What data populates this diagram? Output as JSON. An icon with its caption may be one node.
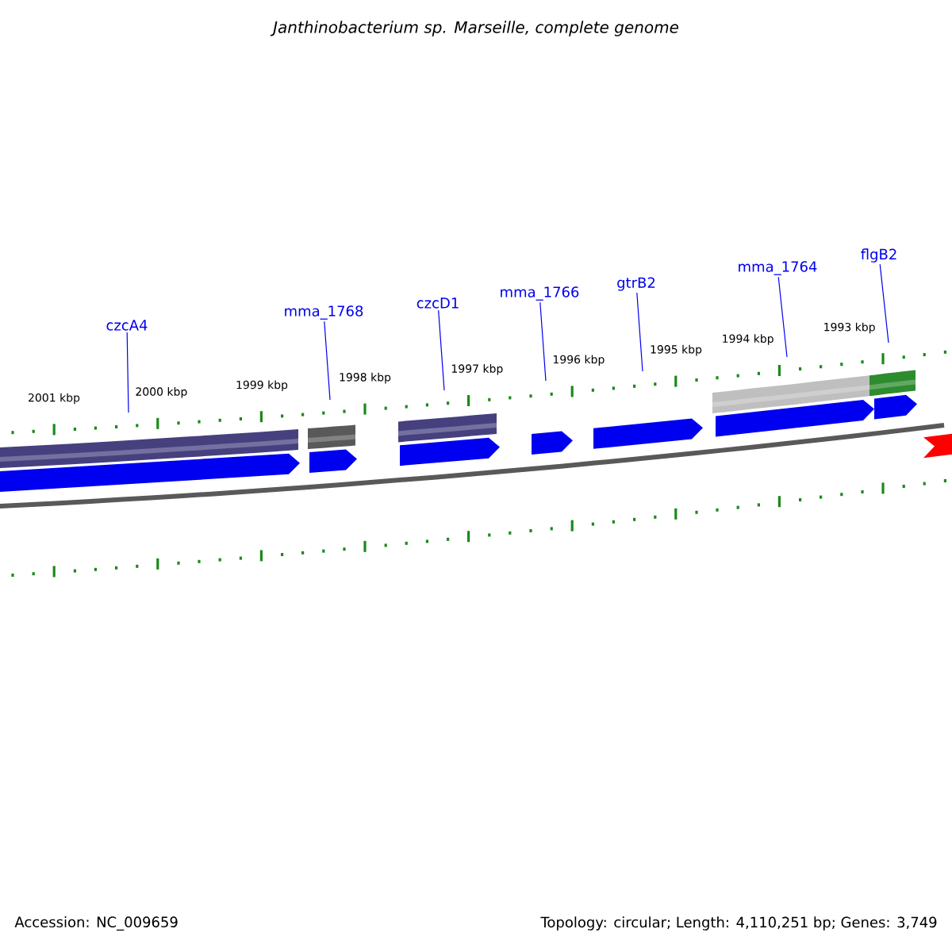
{
  "diagram": {
    "title": "Janthinobacterium sp. Marseille, complete genome",
    "nodes": [
      {
        "text": [
          "czcA4"
        ]
      },
      {
        "text": [
          "mma_1768"
        ]
      },
      {
        "text": [
          "czcD1"
        ]
      },
      {
        "text": [
          "mma_1766"
        ]
      },
      {
        "text": [
          "gtrB2"
        ]
      },
      {
        "text": [
          "mma_1764"
        ]
      },
      {
        "text": [
          "flgB2"
        ]
      }
    ],
    "edges": [
      {
        "from": 0,
        "to": null,
        "arrow": "none"
      },
      {
        "from": 1,
        "to": null,
        "arrow": "none"
      },
      {
        "from": 2,
        "to": null,
        "arrow": "none"
      },
      {
        "from": 3,
        "to": null,
        "arrow": "none"
      },
      {
        "from": 4,
        "to": null,
        "arrow": "none"
      },
      {
        "from": 5,
        "to": null,
        "arrow": "none"
      },
      {
        "from": 6,
        "to": null,
        "arrow": "none"
      }
    ],
    "labels": [
      "2001 kbp",
      "2000 kbp",
      "1999 kbp",
      "1998 kbp",
      "1997 kbp",
      "1996 kbp",
      "1995 kbp",
      "1994 kbp",
      "1993 kbp",
      "Accession: NC_009659",
      "Topology: circular; Length: 4,110,251 bp; Genes: 3,749"
    ]
  }
}
